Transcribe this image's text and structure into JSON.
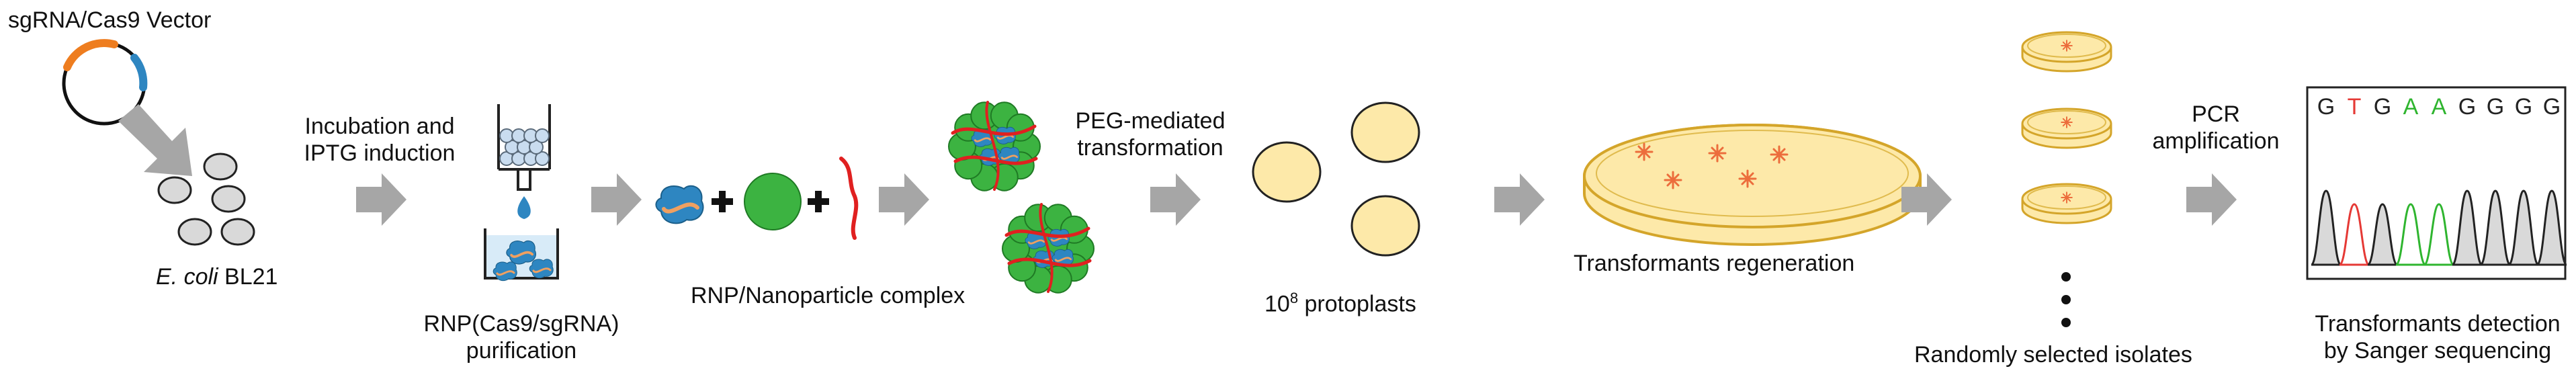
{
  "steps": {
    "vector": {
      "label": "sgRNA/Cas9 Vector"
    },
    "ecoli": {
      "label_italic": "E. coli",
      "label_rest": " BL21"
    },
    "incubation": {
      "line1": "Incubation and",
      "line2": "IPTG induction"
    },
    "purification": {
      "line1": "RNP(Cas9/sgRNA)",
      "line2": "purification"
    },
    "complex": {
      "label": "RNP/Nanoparticle complex"
    },
    "peg": {
      "line1": "PEG-mediated",
      "line2": "transformation"
    },
    "protoplasts": {
      "count_base": "10",
      "count_exp": "8",
      "label": " protoplasts"
    },
    "regeneration": {
      "label": "Transformants regeneration"
    },
    "isolates": {
      "label": "Randomly selected isolates"
    },
    "pcr": {
      "line1": "PCR",
      "line2": "amplification"
    },
    "detection": {
      "line1": "Transformants detection",
      "line2": "by Sanger sequencing"
    }
  },
  "sequence": {
    "bases": [
      {
        "base": "G",
        "color": "#222222"
      },
      {
        "base": "T",
        "color": "#e53935"
      },
      {
        "base": "G",
        "color": "#222222"
      },
      {
        "base": "A",
        "color": "#2fb52f"
      },
      {
        "base": "A",
        "color": "#2fb52f"
      },
      {
        "base": "G",
        "color": "#222222"
      },
      {
        "base": "G",
        "color": "#222222"
      },
      {
        "base": "G",
        "color": "#222222"
      },
      {
        "base": "G",
        "color": "#222222"
      }
    ]
  },
  "colors": {
    "arrow": "#a6a6a6",
    "plate_fill": "#fde9a9",
    "plate_edge": "#d4a52a",
    "colony": "#ec6d3c",
    "protoplast_fill": "#fde9a9",
    "protoplast_edge": "#222222",
    "cell_fill": "#d9d9d9",
    "nanoparticle": "#3cb341",
    "protein": "#2e86c1",
    "rna": "#e02020",
    "water": "#2e86c1"
  },
  "icons": [
    "plasmid-icon",
    "cell-icon",
    "column-icon",
    "plus-icon",
    "nanoparticle-icon",
    "protein-icon",
    "petri-dish-icon",
    "dots-icon",
    "chromatogram-icon"
  ]
}
